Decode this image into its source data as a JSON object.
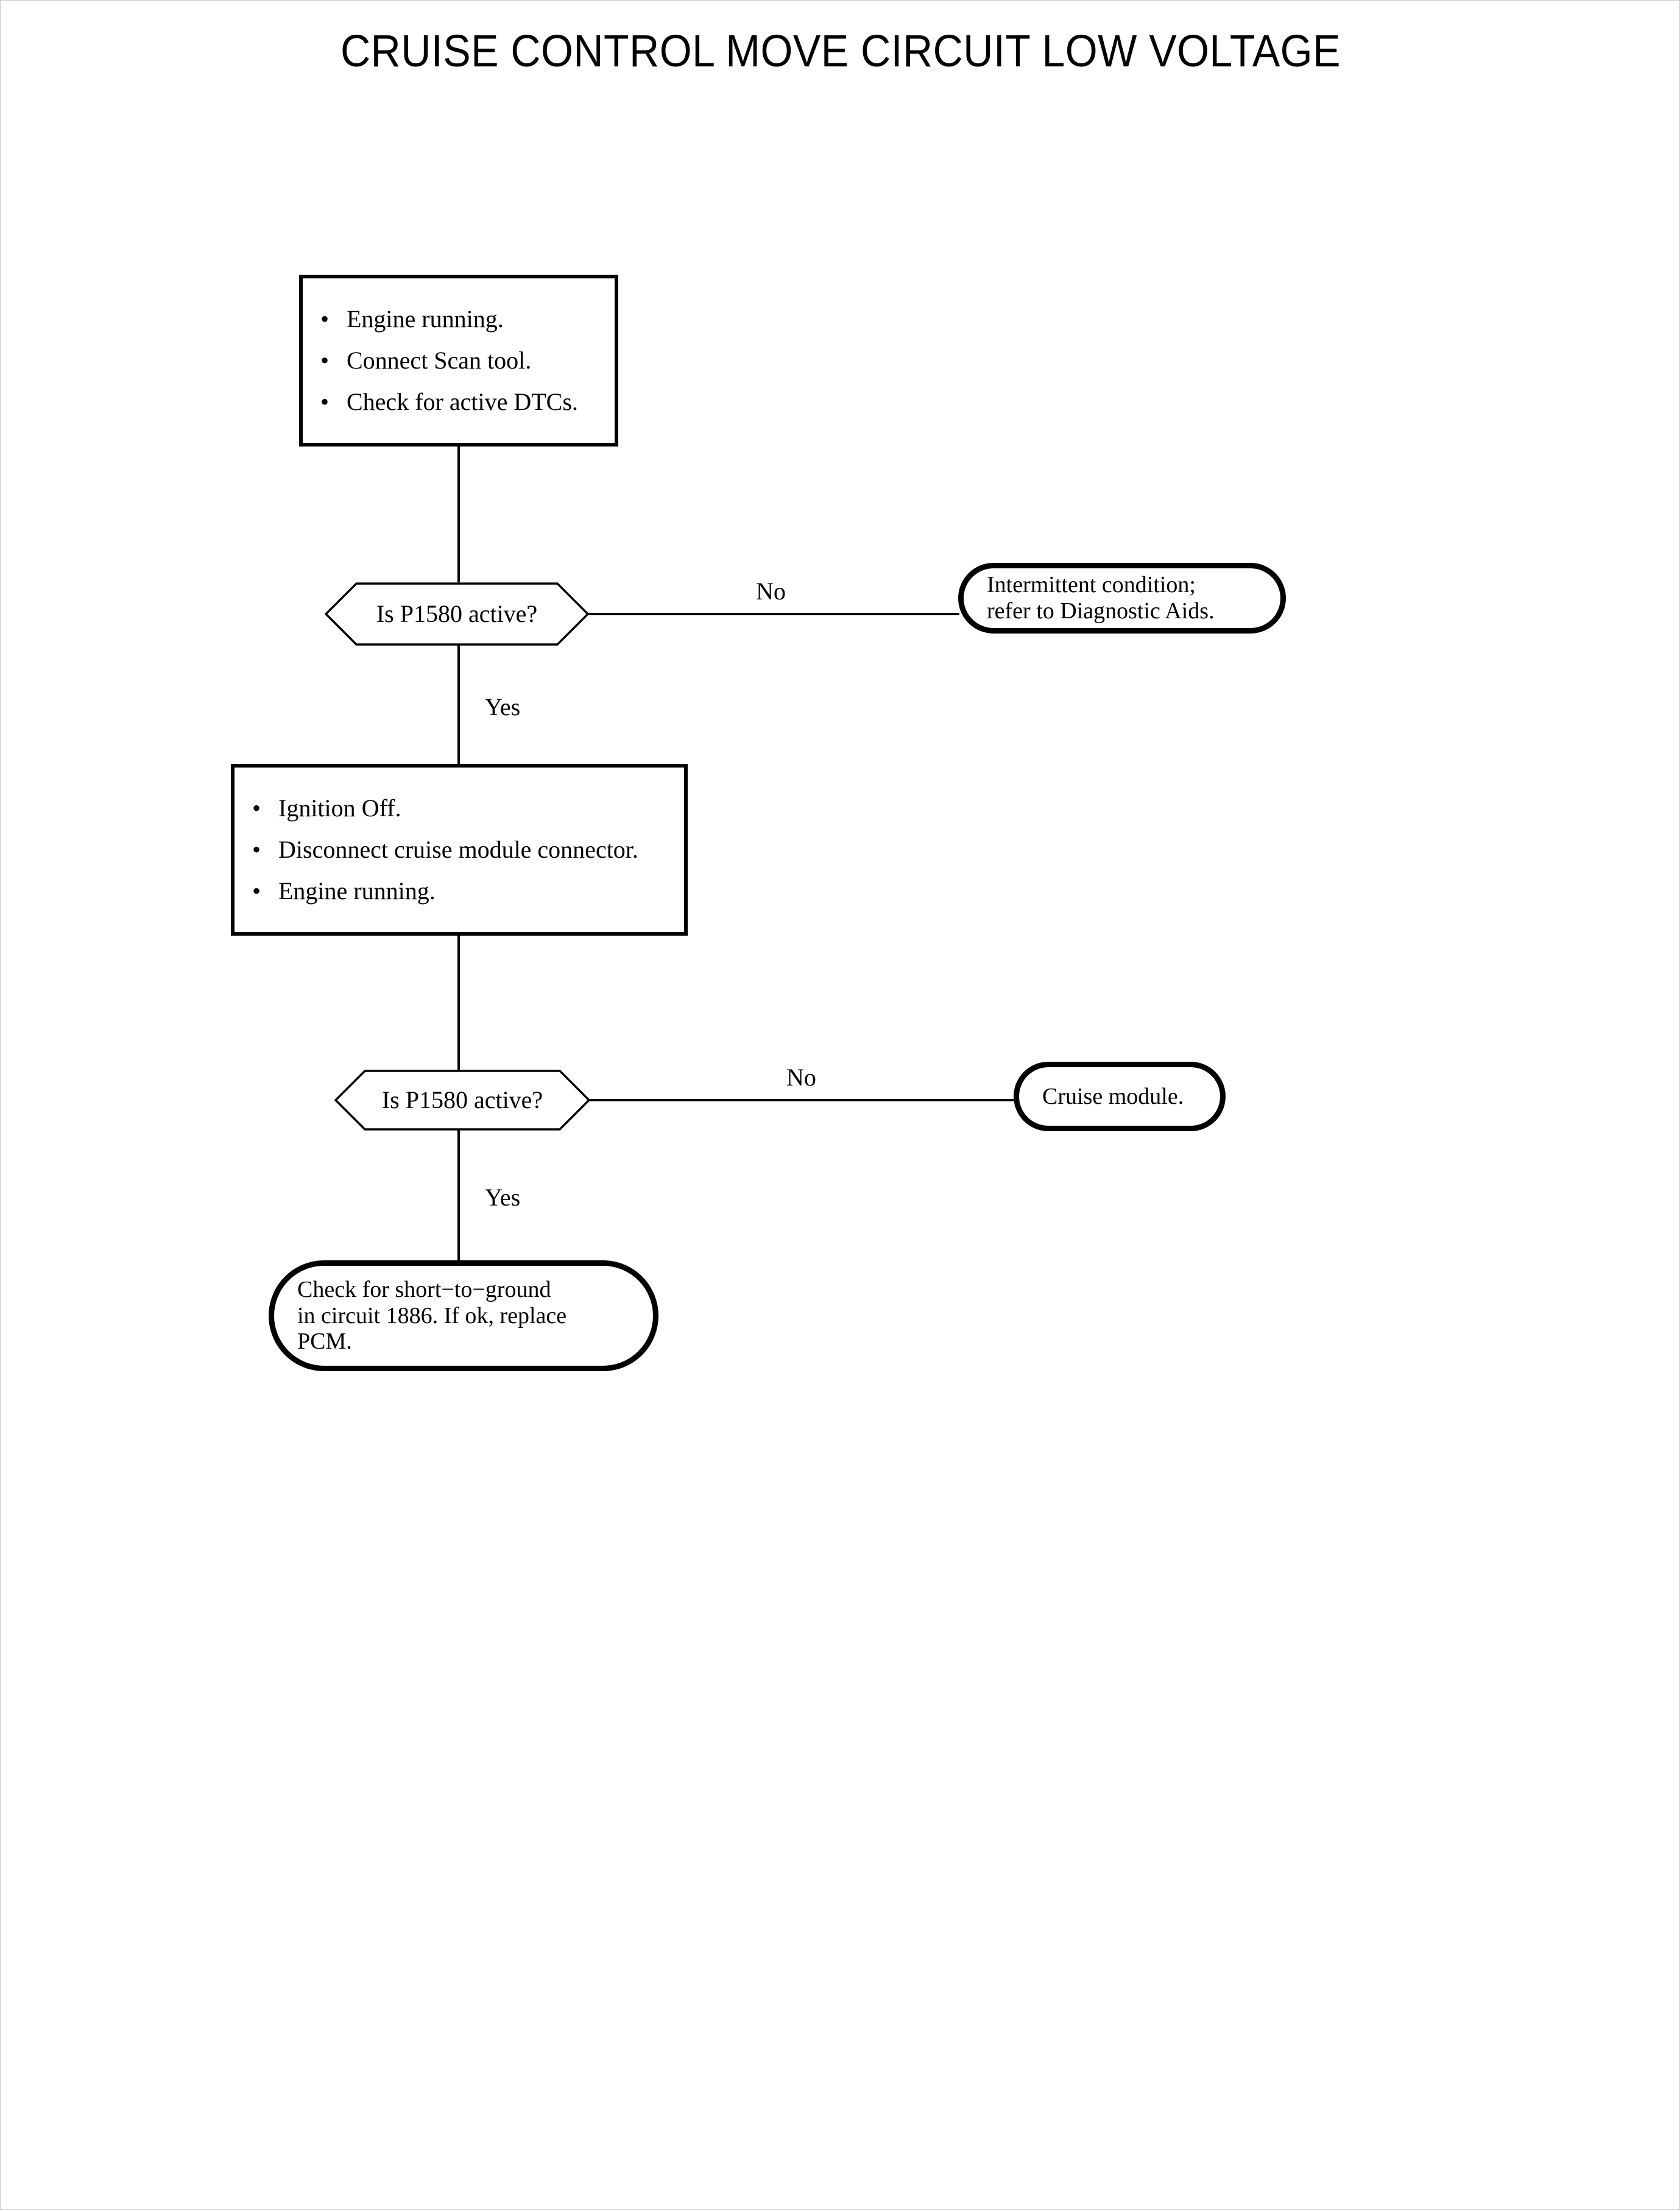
{
  "document": {
    "title": "CRUISE CONTROL MOVE CIRCUIT LOW VOLTAGE"
  },
  "flowchart": {
    "type": "diagnostic-flowchart",
    "nodes": [
      {
        "id": "step1",
        "shape": "process",
        "bullets": [
          "Engine running.",
          "Connect Scan tool.",
          "Check for active DTCs."
        ]
      },
      {
        "id": "decision1",
        "shape": "decision",
        "label": "Is P1580 active?"
      },
      {
        "id": "result1",
        "shape": "terminator",
        "lines": [
          "Intermittent condition;",
          "refer to Diagnostic Aids."
        ]
      },
      {
        "id": "step2",
        "shape": "process",
        "bullets": [
          "Ignition Off.",
          "Disconnect cruise module connector.",
          "Engine running."
        ]
      },
      {
        "id": "decision2",
        "shape": "decision",
        "label": "Is P1580 active?"
      },
      {
        "id": "result2",
        "shape": "terminator",
        "lines": [
          "Cruise module."
        ]
      },
      {
        "id": "result3",
        "shape": "terminator",
        "lines": [
          "Check for short−to−ground",
          "in circuit 1886. If ok, replace",
          "PCM."
        ]
      }
    ],
    "edges": [
      {
        "id": "e1",
        "from": "step1",
        "to": "decision1",
        "label": ""
      },
      {
        "id": "e2",
        "from": "decision1",
        "to": "result1",
        "label": "No"
      },
      {
        "id": "e3",
        "from": "decision1",
        "to": "step2",
        "label": "Yes"
      },
      {
        "id": "e4",
        "from": "step2",
        "to": "decision2",
        "label": ""
      },
      {
        "id": "e5",
        "from": "decision2",
        "to": "result2",
        "label": "No"
      },
      {
        "id": "e6",
        "from": "decision2",
        "to": "result3",
        "label": "Yes"
      }
    ],
    "bullet_glyph": "•"
  },
  "colors": {
    "ink": "#000000",
    "paper": "#ffffff"
  }
}
